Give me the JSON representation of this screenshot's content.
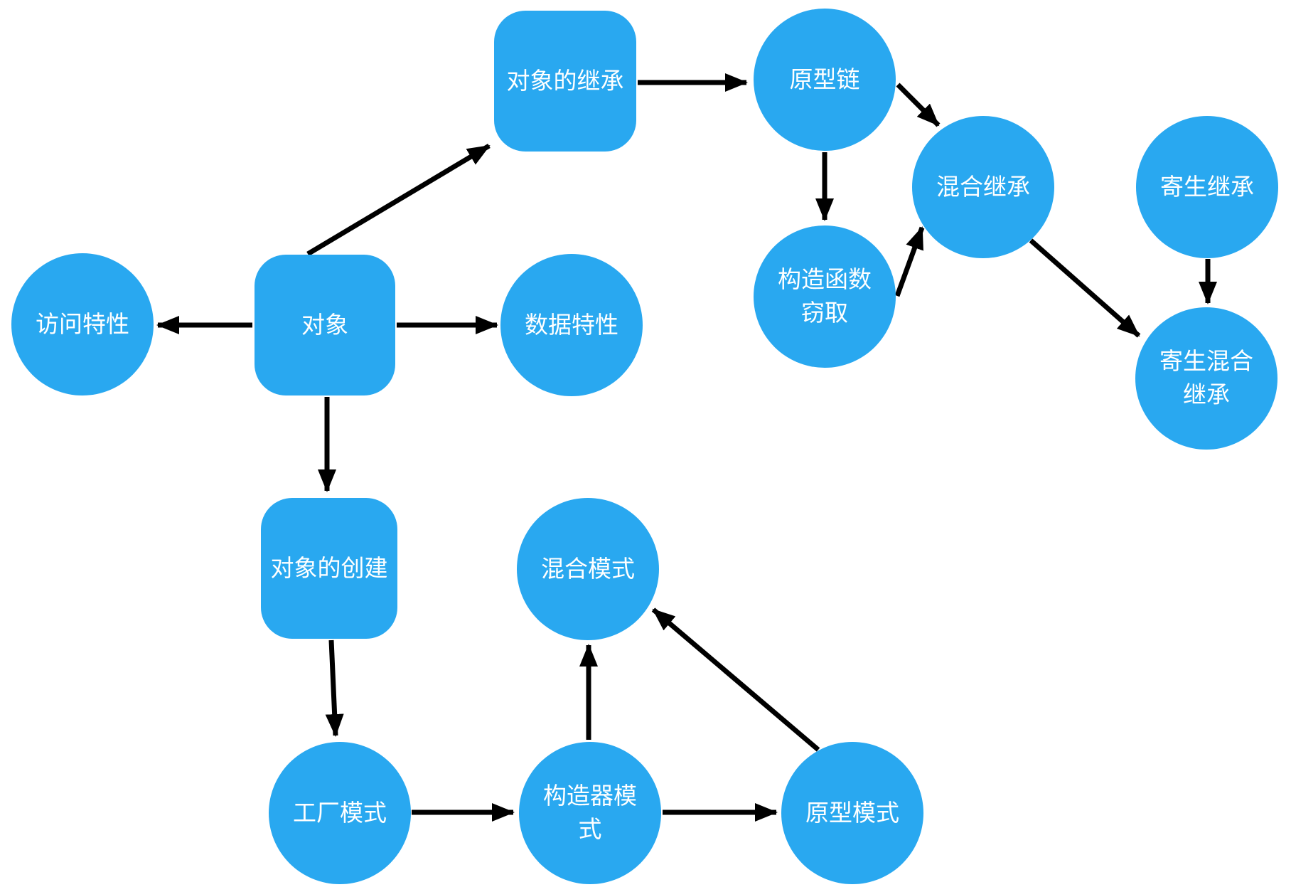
{
  "diagram": {
    "background_color": "#FFFFFF",
    "node_fill_color": "#29A8F0",
    "node_text_color": "#FFFFFF",
    "edge_color": "#000000",
    "nodes": [
      {
        "id": "object",
        "label": "对象",
        "shape": "rounded-square"
      },
      {
        "id": "access-attributes",
        "label": "访问特性",
        "shape": "circle"
      },
      {
        "id": "data-attributes",
        "label": "数据特性",
        "shape": "circle"
      },
      {
        "id": "object-inheritance",
        "label": "对象的继承",
        "shape": "rounded-square"
      },
      {
        "id": "prototype-chain",
        "label": "原型链",
        "shape": "circle"
      },
      {
        "id": "constructor-stealing",
        "label": "构造函数窃取",
        "shape": "circle"
      },
      {
        "id": "hybrid-inheritance",
        "label": "混合继承",
        "shape": "circle"
      },
      {
        "id": "parasitic-inheritance",
        "label": "寄生继承",
        "shape": "circle"
      },
      {
        "id": "parasitic-hybrid-inheritance",
        "label": "寄生混合继承",
        "shape": "circle"
      },
      {
        "id": "object-creation",
        "label": "对象的创建",
        "shape": "rounded-square"
      },
      {
        "id": "factory-pattern",
        "label": "工厂模式",
        "shape": "circle"
      },
      {
        "id": "constructor-pattern",
        "label": "构造器模式",
        "shape": "circle"
      },
      {
        "id": "prototype-pattern",
        "label": "原型模式",
        "shape": "circle"
      },
      {
        "id": "hybrid-pattern",
        "label": "混合模式",
        "shape": "circle"
      }
    ],
    "edges": [
      {
        "from": "object",
        "to": "object-inheritance"
      },
      {
        "from": "object-inheritance",
        "to": "prototype-chain"
      },
      {
        "from": "prototype-chain",
        "to": "hybrid-inheritance"
      },
      {
        "from": "prototype-chain",
        "to": "constructor-stealing"
      },
      {
        "from": "constructor-stealing",
        "to": "hybrid-inheritance"
      },
      {
        "from": "hybrid-inheritance",
        "to": "parasitic-hybrid-inheritance"
      },
      {
        "from": "parasitic-inheritance",
        "to": "parasitic-hybrid-inheritance"
      },
      {
        "from": "object",
        "to": "access-attributes"
      },
      {
        "from": "object",
        "to": "data-attributes"
      },
      {
        "from": "object",
        "to": "object-creation"
      },
      {
        "from": "object-creation",
        "to": "factory-pattern"
      },
      {
        "from": "factory-pattern",
        "to": "constructor-pattern"
      },
      {
        "from": "constructor-pattern",
        "to": "prototype-pattern"
      },
      {
        "from": "constructor-pattern",
        "to": "hybrid-pattern"
      },
      {
        "from": "prototype-pattern",
        "to": "hybrid-pattern"
      }
    ]
  }
}
